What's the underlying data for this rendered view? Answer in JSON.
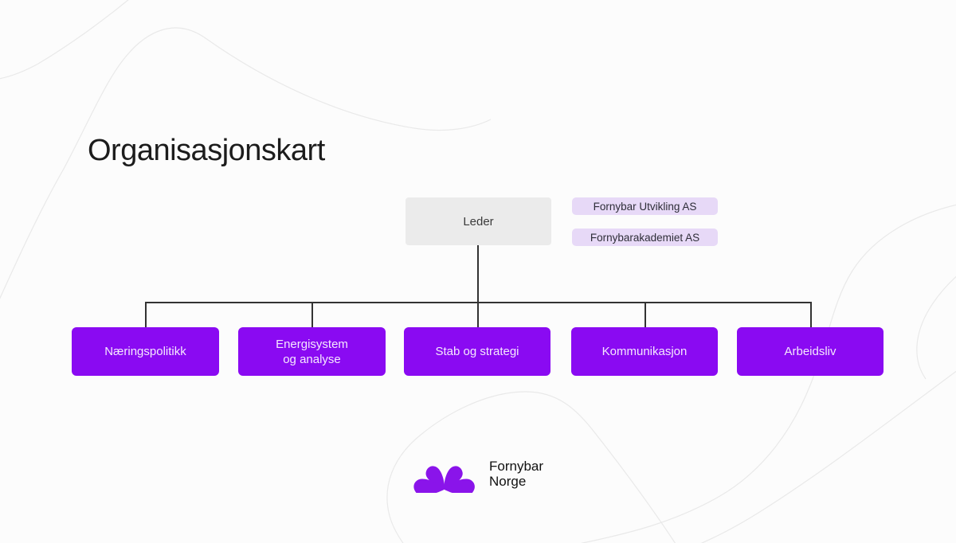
{
  "page": {
    "title": "Organisasjonskart"
  },
  "chart": {
    "leader": {
      "label": "Leder"
    },
    "subsidiaries": [
      {
        "label": "Fornybar Utvikling AS"
      },
      {
        "label": "Fornybarakademiet AS"
      }
    ],
    "departments": [
      {
        "label": "Næringspolitikk"
      },
      {
        "label": "Energisystem\nog analyse"
      },
      {
        "label": "Stab og strategi"
      },
      {
        "label": "Kommunikasjon"
      },
      {
        "label": "Arbeidsliv"
      }
    ]
  },
  "footer": {
    "brand_line1": "Fornybar",
    "brand_line2": "Norge"
  },
  "icons": {
    "logo": "petals-flower-icon"
  },
  "colors": {
    "department_bg": "#8a0af2",
    "department_text": "#f5e8fe",
    "subsidiary_bg": "#e7d9f7",
    "subsidiary_text": "#2e2e38",
    "leader_bg": "#ebebeb",
    "leader_text": "#3a3a3a",
    "connector": "#333333",
    "logo_purple": "#8a14ea",
    "background": "#fcfcfc",
    "background_curves": "#e9e9e9",
    "title_text": "#1c1c1c"
  }
}
